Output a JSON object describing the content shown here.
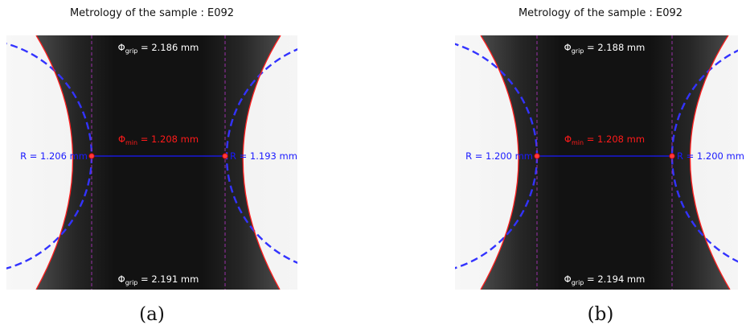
{
  "panels": [
    {
      "title": "Metrology of the sample : E092",
      "top_label_prefix": "Φ",
      "top_label_sub": "grip",
      "top_label_value": " = 2.186 mm",
      "bottom_label_prefix": "Φ",
      "bottom_label_sub": "grip",
      "bottom_label_value": " = 2.191 mm",
      "min_label_prefix": "Φ",
      "min_label_sub": "min",
      "min_label_value": " = 1.208 mm",
      "left_radius_label": "R = 1.206 mm",
      "right_radius_label": "R = 1.193 mm",
      "caption": "(a)"
    },
    {
      "title": "Metrology of the sample : E092",
      "top_label_prefix": "Φ",
      "top_label_sub": "grip",
      "top_label_value": " = 2.188 mm",
      "bottom_label_prefix": "Φ",
      "bottom_label_sub": "grip",
      "bottom_label_value": " = 2.194 mm",
      "min_label_prefix": "Φ",
      "min_label_sub": "min",
      "min_label_value": " = 1.208 mm",
      "left_radius_label": "R = 1.200 mm",
      "right_radius_label": "R = 1.200 mm",
      "caption": "(b)"
    }
  ],
  "colors": {
    "background_light": "#f2f2f2",
    "specimen_dark": "#0f0f0f",
    "fit_circle": "#3333ff",
    "measured_edge": "#ff2020",
    "grip_guides": "#9b30a8",
    "min_section_line": "#1a1aff",
    "grip_label": "#ffffff",
    "min_label": "#ff1a1a",
    "radius_label": "#1a1aff"
  }
}
